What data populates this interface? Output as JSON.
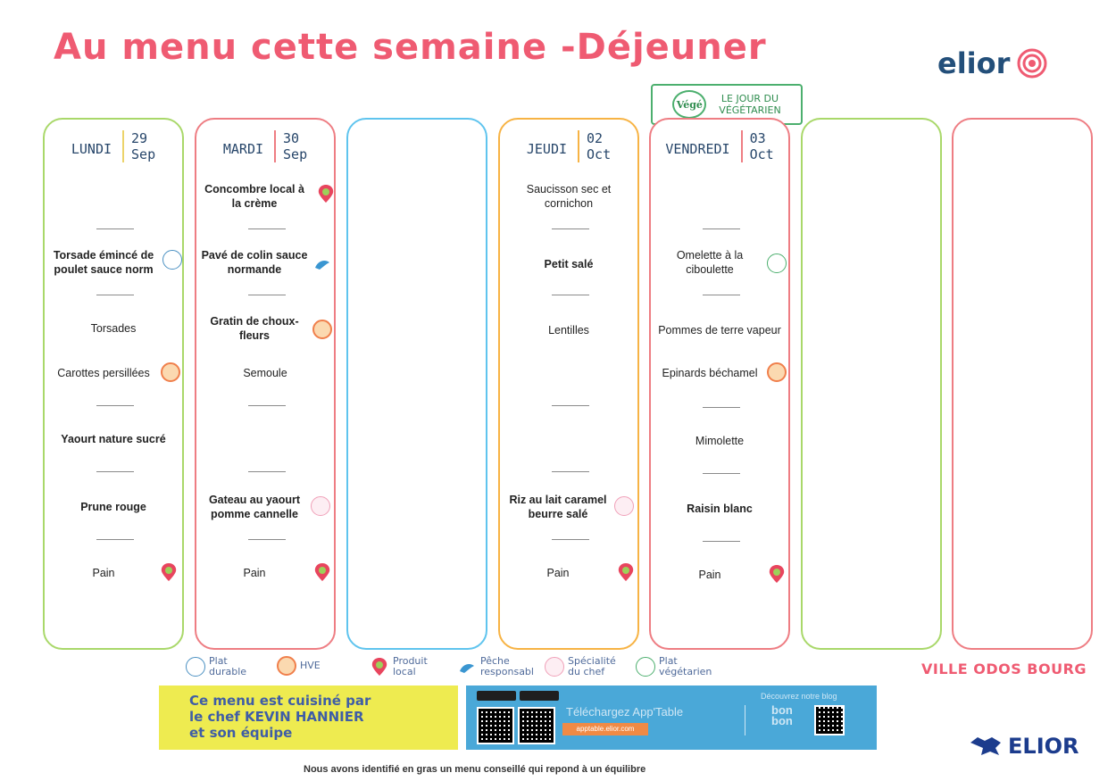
{
  "header": {
    "title": "Au menu cette semaine -Déjeuner",
    "logo_text": "elior",
    "vege_badge": "Végé",
    "vege_banner_line1": "LE JOUR DU",
    "vege_banner_line2": "VÉGÉTARIEN"
  },
  "days": [
    {
      "name": "LUNDI",
      "day": "29",
      "month": "Sep",
      "dishes": [
        "Torsade émincé de poulet sauce norm",
        "Torsades",
        "Carottes persillées",
        "Yaourt nature sucré",
        "Prune rouge",
        "Pain"
      ]
    },
    {
      "name": "MARDI",
      "day": "30",
      "month": "Sep",
      "dishes": [
        "Concombre local à la crème",
        "Pavé de colin sauce normande",
        "Gratin de choux-fleurs",
        "Semoule",
        "Gateau au yaourt pomme cannelle",
        "Pain"
      ]
    },
    {
      "name": "JEUDI",
      "day": "02",
      "month": "Oct",
      "dishes": [
        "Saucisson sec et cornichon",
        "Petit salé",
        "Lentilles",
        "Riz au lait caramel beurre salé",
        "Pain"
      ]
    },
    {
      "name": "VENDREDI",
      "day": "03",
      "month": "Oct",
      "dishes": [
        "Omelette à la ciboulette",
        "Pommes de terre vapeur",
        "Epinards béchamel",
        "Mimolette",
        "Raisin blanc",
        "Pain"
      ]
    }
  ],
  "legend": [
    {
      "line1": "Plat",
      "line2": "durable",
      "icon": "fish-plate-icon"
    },
    {
      "line1": "HVE",
      "line2": "",
      "icon": "hve-flower-icon"
    },
    {
      "line1": "Produit",
      "line2": "local",
      "icon": "location-pin-icon"
    },
    {
      "line1": "Pêche",
      "line2": "responsabl",
      "icon": "fish-icon"
    },
    {
      "line1": "Spécialité",
      "line2": "du chef",
      "icon": "chef-icon"
    },
    {
      "line1": "Plat",
      "line2": "végétarien",
      "icon": "vege-icon"
    }
  ],
  "city": "VILLE ODOS BOURG",
  "promo": {
    "chef_line1": "Ce menu est cuisiné par",
    "chef_line2": "le chef KEVIN HANNIER",
    "chef_line3": "et son équipe",
    "download_text": "Téléchargez App'Table",
    "url": "apptable.elior.com",
    "blog_text": "Découvrez notre blog",
    "bonbon_line1": "bon",
    "bonbon_line2": "bon"
  },
  "brand_bottom": "ELIOR",
  "footnote": "Nous avons identifié en gras un menu conseillé qui repond à un équilibre",
  "colors": {
    "title": "#ef5b72",
    "green": "#9dd05a",
    "pink": "#ef6f76",
    "blue": "#5fc4ee",
    "orange": "#f7b344"
  }
}
